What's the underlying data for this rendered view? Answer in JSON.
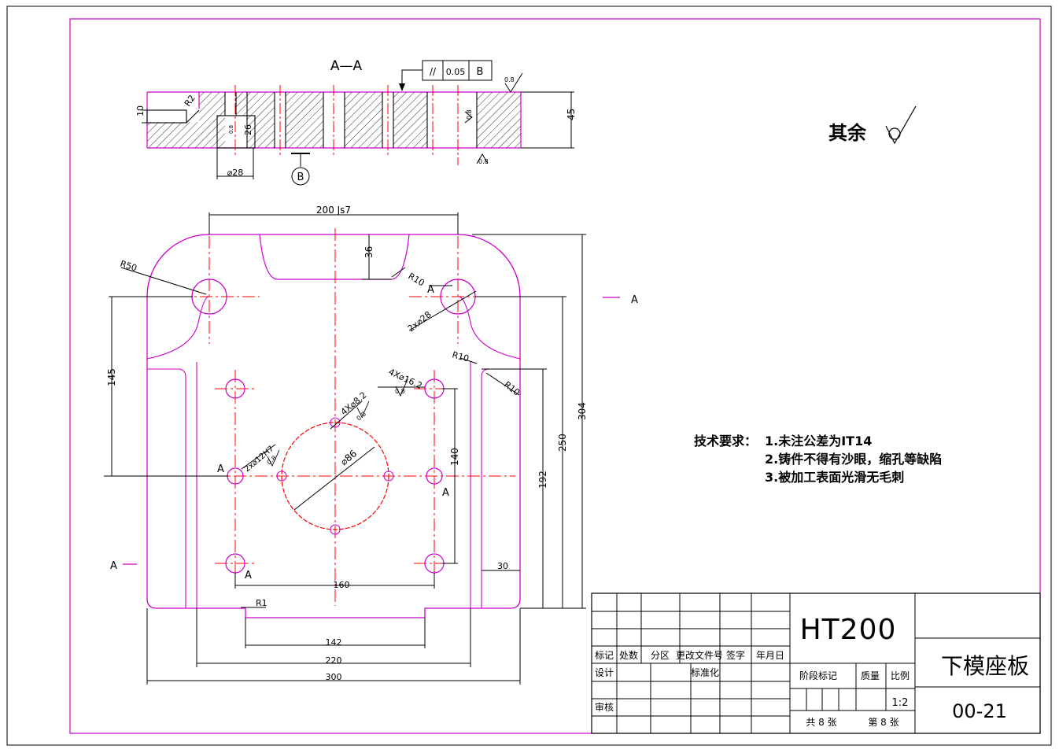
{
  "section": {
    "label": "A—A",
    "datum_label": "B",
    "tolerance_symbol": "//",
    "tolerance_value": "0.05",
    "tolerance_datum": "B",
    "dims": {
      "d10": "10",
      "r2": "R2",
      "d26": "26",
      "d28": "⌀28",
      "d45": "45"
    },
    "roughness": "0.8"
  },
  "surface_note": {
    "label": "其余"
  },
  "plan": {
    "dims": {
      "top": "200 Js7",
      "d36": "36",
      "r10_top": "R10",
      "r50": "R50",
      "holes_top": "2x⌀28",
      "d145": "145",
      "r10_mid": "R10",
      "r10_right": "R10",
      "holes_small": "4X⌀16.2",
      "holes_mid": "4X⌀8.2",
      "d304": "304",
      "d250": "250",
      "d192": "192",
      "holes_pin": "2x⌀12H7",
      "d86": "⌀86",
      "d140": "140",
      "d30": "30",
      "d160": "160",
      "r1": "R1",
      "d142": "142",
      "d220": "220",
      "d300": "300"
    },
    "section_marks": [
      "A",
      "A",
      "A",
      "A",
      "A"
    ]
  },
  "requirements": {
    "heading": "技术要求：",
    "items": [
      "1.未注公差为IT14",
      "2.铸件不得有沙眼，缩孔等缺陷",
      "3.被加工表面光滑无毛刺"
    ]
  },
  "title_block": {
    "material": "HT200",
    "part_name": "下模座板",
    "drawing_no": "00-21",
    "scale_label": "比例",
    "scale_value": "1:2",
    "weight_label": "质量",
    "stage_label": "阶段标记",
    "sheets_total": "共 8 张",
    "sheet_no": "第 8 张",
    "headers": [
      "标记",
      "处数",
      "分区",
      "更改文件号",
      "签字",
      "年月日"
    ],
    "design": "设计",
    "standard": "标准化",
    "review": "审核"
  }
}
